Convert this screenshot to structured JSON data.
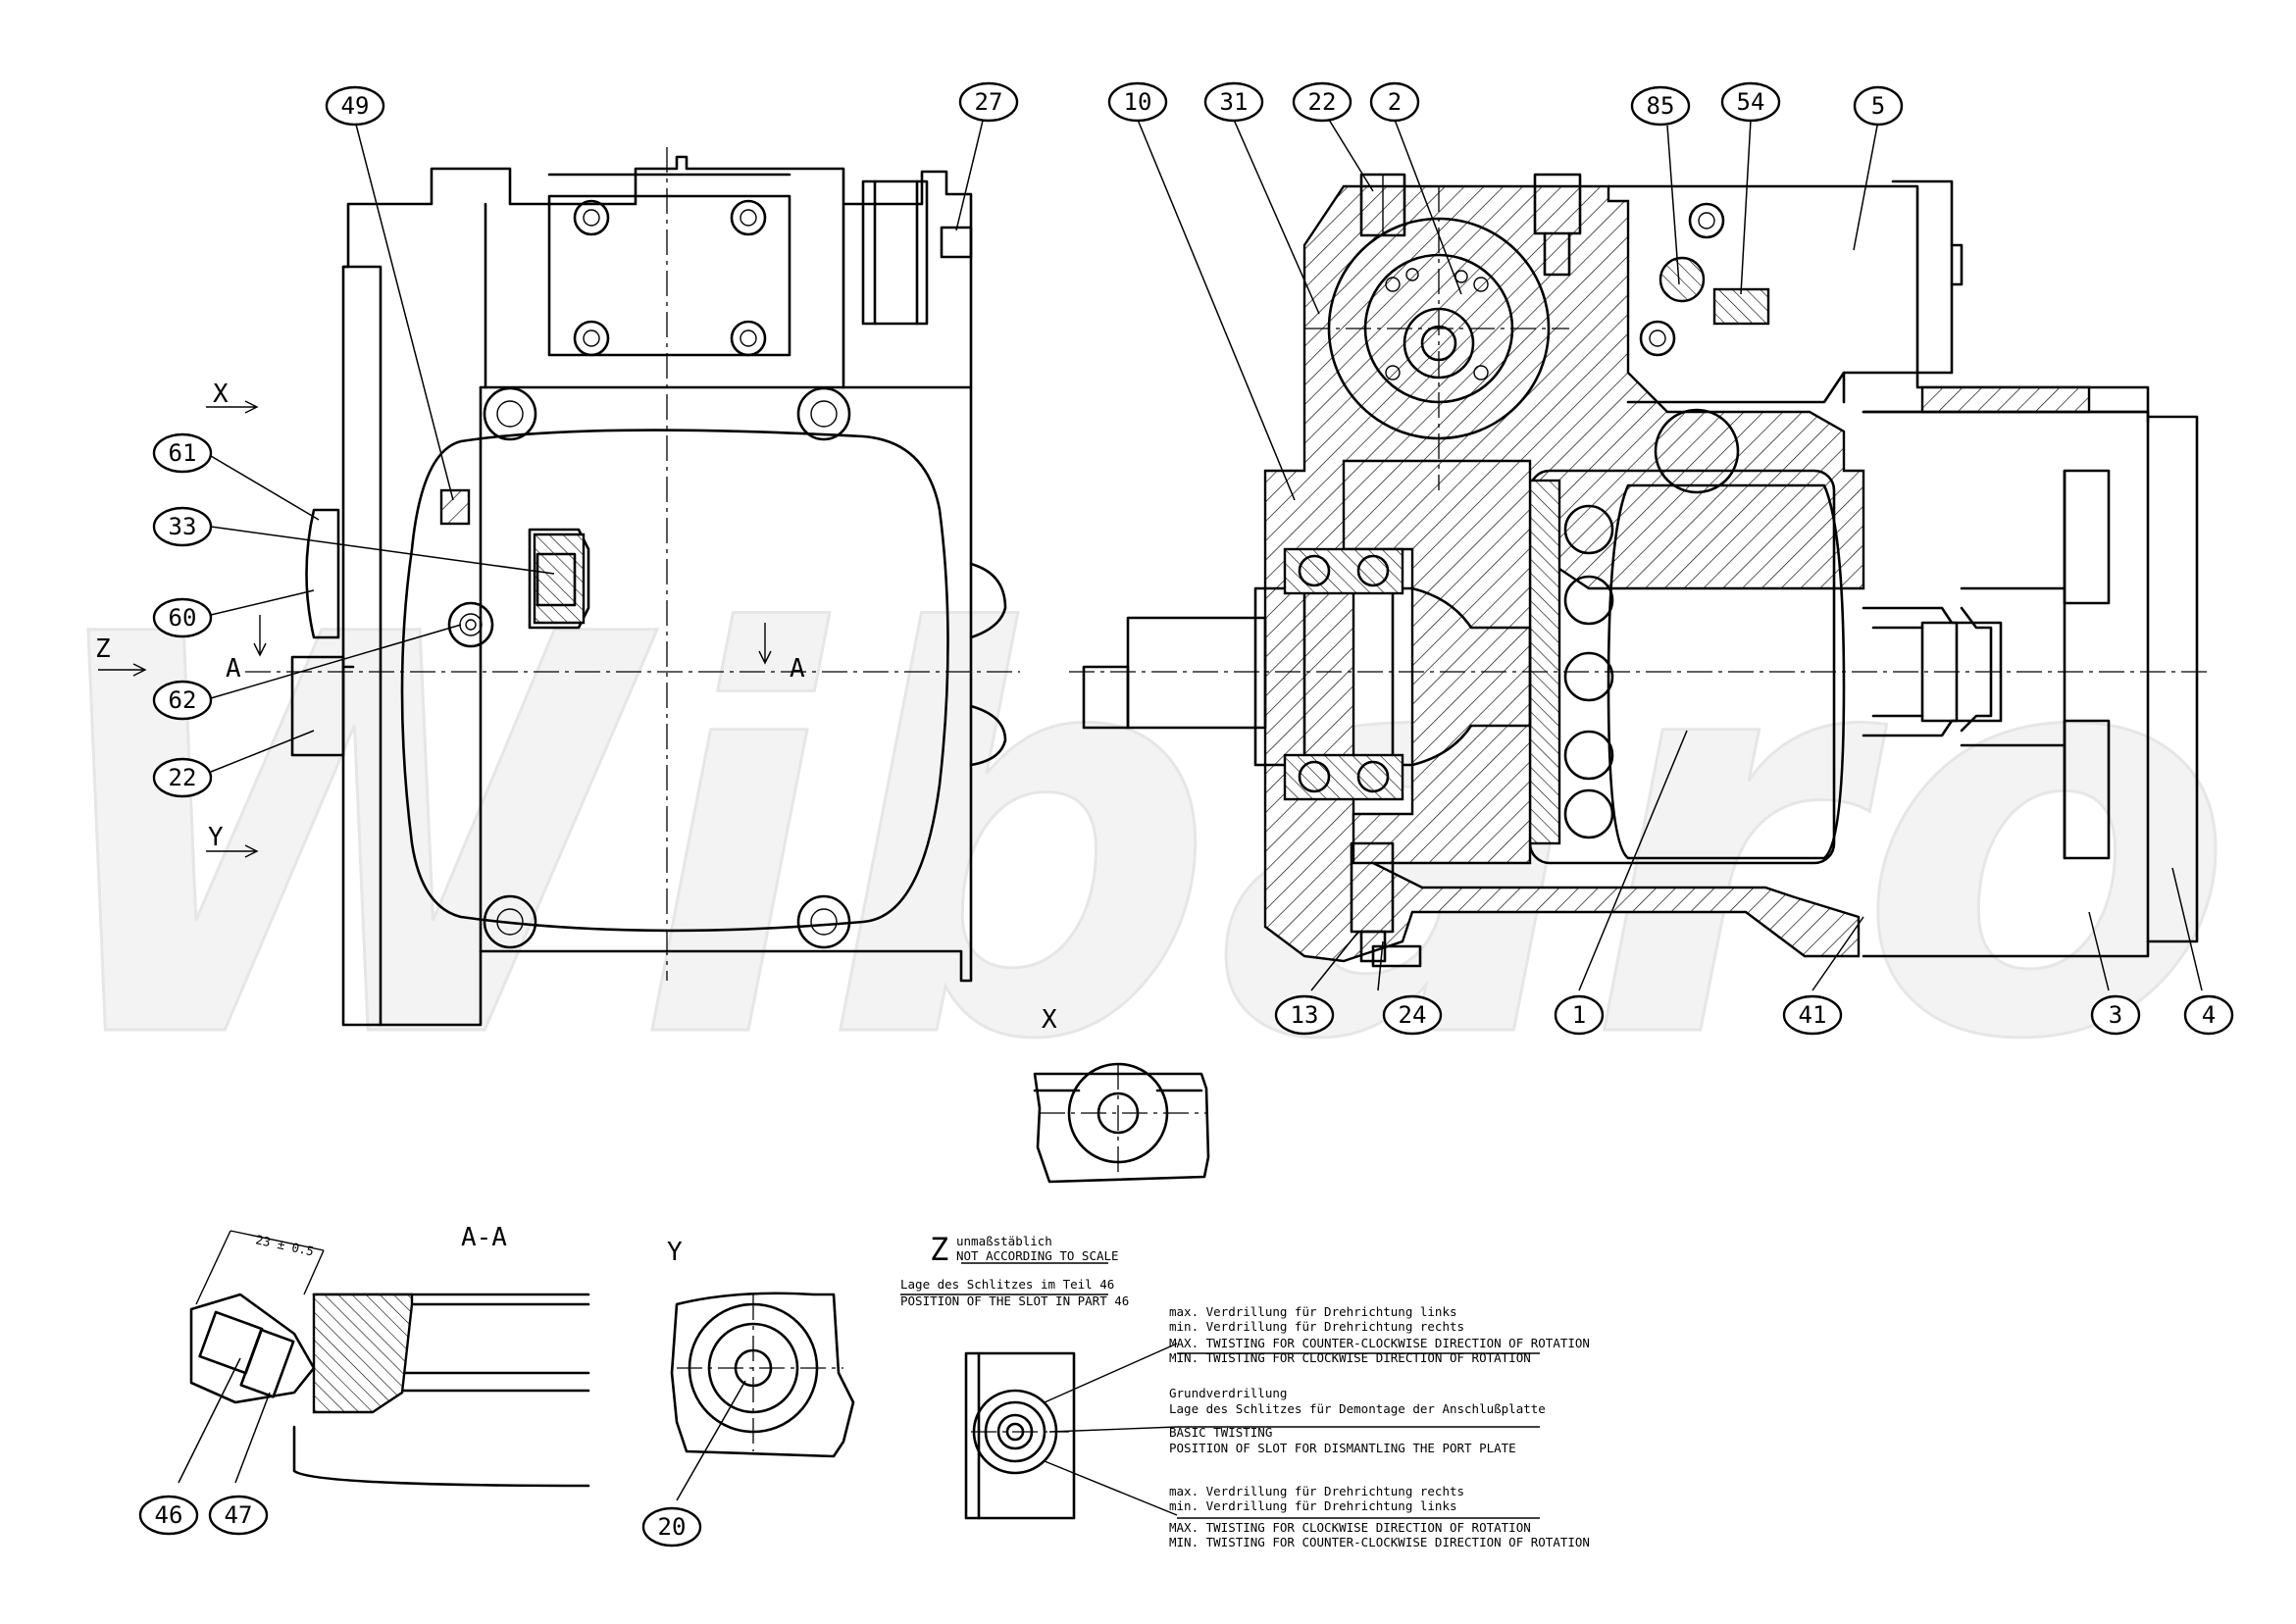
{
  "watermark": "Wibaro",
  "view_labels": {
    "x_arrow": "X",
    "y_arrow": "Y",
    "z_arrow": "Z",
    "a_left": "A",
    "a_right": "A",
    "detail_x": "X",
    "section_aa": "A-A",
    "detail_y": "Y",
    "detail_z": "Z"
  },
  "dimension_aa": "23 ± 0.5",
  "z_notes": {
    "scale_de": "unmaßstäblich",
    "scale_en": "NOT ACCORDING TO SCALE",
    "slot_de": "Lage des Schlitzes im Teil 46",
    "slot_en": "POSITION OF THE SLOT IN PART 46",
    "g1": [
      "max. Verdrillung für Drehrichtung links",
      "min. Verdrillung für Drehrichtung rechts",
      "MAX. TWISTING FOR COUNTER-CLOCKWISE DIRECTION OF ROTATION",
      "MIN. TWISTING FOR CLOCKWISE DIRECTION OF ROTATION"
    ],
    "g2": [
      "Grundverdrillung",
      "Lage des Schlitzes für Demontage der Anschlußplatte",
      "BASIC TWISTING",
      "POSITION OF SLOT FOR DISMANTLING THE PORT PLATE"
    ],
    "g3": [
      "max. Verdrillung für Drehrichtung rechts",
      "min. Verdrillung für Drehrichtung links",
      "MAX. TWISTING FOR CLOCKWISE DIRECTION OF ROTATION",
      "MIN. TWISTING FOR COUNTER-CLOCKWISE DIRECTION OF ROTATION"
    ]
  },
  "callouts": {
    "c49": "49",
    "c27": "27",
    "c61": "61",
    "c33": "33",
    "c60": "60",
    "c62": "62",
    "c22a": "22",
    "c10": "10",
    "c31": "31",
    "c22b": "22",
    "c2": "2",
    "c85": "85",
    "c54": "54",
    "c5": "5",
    "c13": "13",
    "c24": "24",
    "c1": "1",
    "c41": "41",
    "c3": "3",
    "c4": "4",
    "c46": "46",
    "c47": "47",
    "c20": "20"
  }
}
